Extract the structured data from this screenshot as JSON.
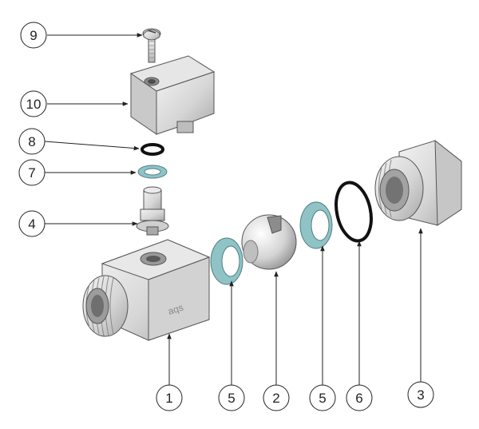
{
  "callouts": {
    "c9": "9",
    "c10": "10",
    "c8": "8",
    "c7": "7",
    "c4": "4",
    "c1": "1",
    "c5a": "5",
    "c2": "2",
    "c5b": "5",
    "c6": "6",
    "c3": "3"
  },
  "colors": {
    "metal": "#d9d9d9",
    "metal_dark": "#9e9e9e",
    "seal_blue": "#8fc3c6",
    "oring": "#111111",
    "line": "#222222"
  }
}
